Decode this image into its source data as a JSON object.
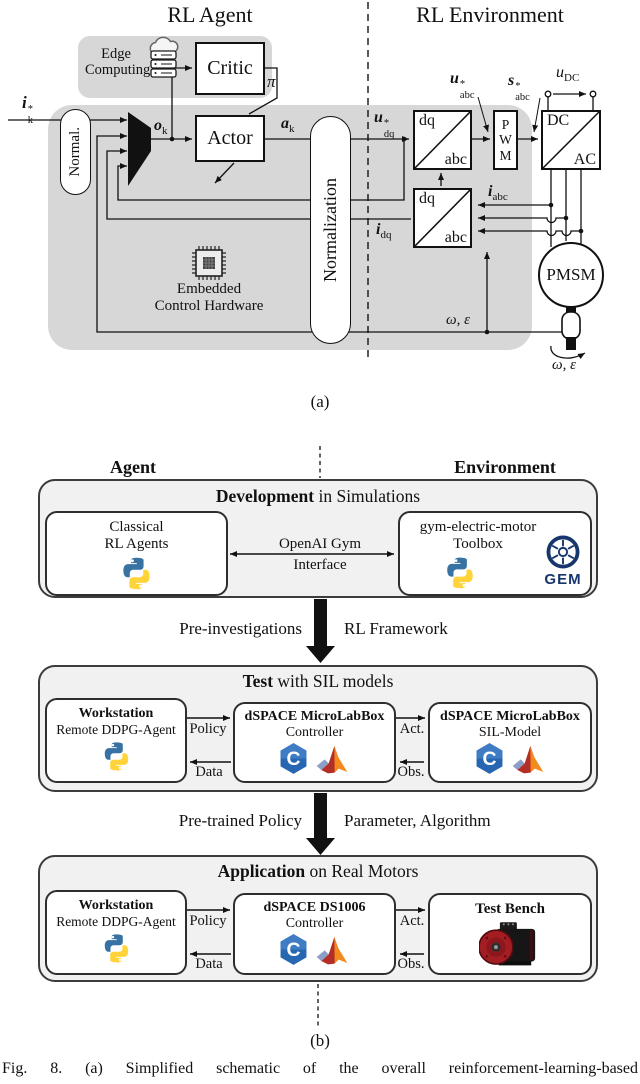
{
  "part_a": {
    "title_agent": "RL Agent",
    "title_environment": "RL Environment",
    "edge": {
      "line1": "Edge",
      "line2": "Computing"
    },
    "blocks": {
      "critic": "Critic",
      "actor": "Actor",
      "normal": "Normal.",
      "normalization": "Normalization",
      "pwm": "PWM",
      "dq": "dq",
      "abc": "abc",
      "dc": "DC",
      "ac": "AC",
      "pmsm": "PMSM"
    },
    "embedded": {
      "line1": "Embedded",
      "line2": "Control Hardware"
    },
    "labels": {
      "ik_ref": {
        "base": "i",
        "sup": "*",
        "sub": "k"
      },
      "ok": {
        "base": "o",
        "sub": "k"
      },
      "ak": {
        "base": "a",
        "sub": "k"
      },
      "pi": "π",
      "udq_ref": {
        "base": "u",
        "sup": "*",
        "sub": "dq"
      },
      "uabc_ref": {
        "base": "u",
        "sup": "*",
        "sub": "abc"
      },
      "sabc_ref": {
        "base": "s",
        "sup": "*",
        "sub": "abc"
      },
      "udc": {
        "base": "u",
        "sub": "DC"
      },
      "iabc": {
        "base": "i",
        "sub": "abc"
      },
      "idq": {
        "base": "i",
        "sub": "dq"
      },
      "omega_eps": "ω, ε"
    },
    "caption": "(a)"
  },
  "part_b": {
    "header_agent": "Agent",
    "header_environment": "Environment",
    "stage1": {
      "title_bold": "Development",
      "title_rest": " in Simulations",
      "left_line1": "Classical",
      "left_line2": "RL Agents",
      "iface_line1": "OpenAI Gym",
      "iface_line2": "Interface",
      "right_line1": "gym-electric-motor",
      "right_line2": "Toolbox",
      "gem": "GEM"
    },
    "transition1": {
      "left": "Pre-investigations",
      "right": "RL Framework"
    },
    "stage2": {
      "title_bold": "Test",
      "title_rest": " with SIL models",
      "left_title": "Workstation",
      "left_sub": "Remote DDPG-Agent",
      "mid_title": "dSPACE MicroLabBox",
      "mid_sub": "Controller",
      "right_title": "dSPACE MicroLabBox",
      "right_sub": "SIL-Model"
    },
    "transition2": {
      "left": "Pre-trained Policy",
      "right": "Parameter, Algorithm"
    },
    "stage3": {
      "title_bold": "Application",
      "title_rest": " on Real Motors",
      "left_title": "Workstation",
      "left_sub": "Remote DDPG-Agent",
      "mid_title": "dSPACE DS1006",
      "mid_sub": "Controller",
      "right_title": "Test Bench"
    },
    "flows": {
      "policy": "Policy",
      "data": "Data",
      "act": "Act.",
      "obs": "Obs."
    },
    "caption": "(b)"
  },
  "fig_caption": {
    "label": "Fig. 8.",
    "text": "(a) Simplified schematic of the overall reinforcement-learning-based"
  }
}
